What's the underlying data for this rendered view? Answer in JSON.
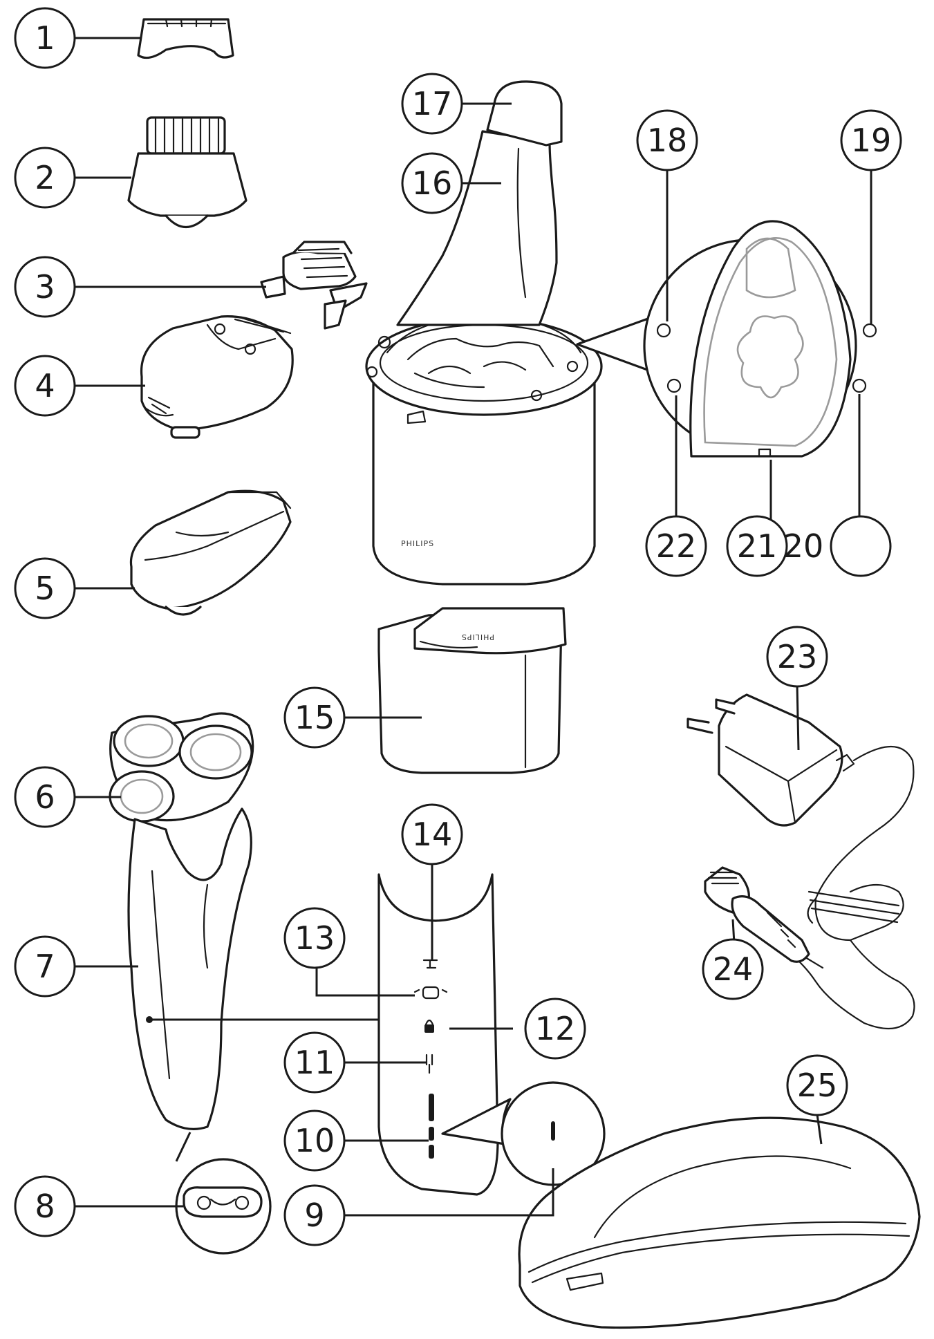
{
  "callouts": [
    "1",
    "2",
    "3",
    "4",
    "5",
    "6",
    "7",
    "8",
    "9",
    "10",
    "11",
    "12",
    "13",
    "14",
    "15",
    "16",
    "17",
    "18",
    "19",
    "22",
    "21",
    "20",
    "23",
    "24",
    "25"
  ],
  "brand": "PHILIPS"
}
